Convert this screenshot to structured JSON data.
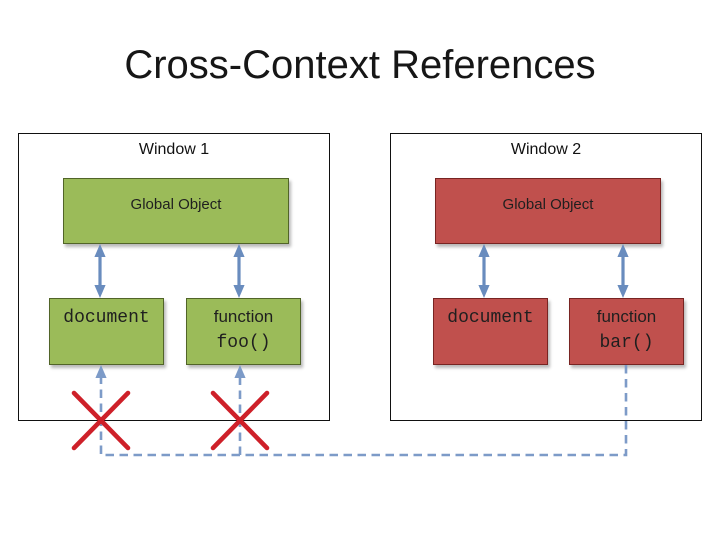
{
  "slide": {
    "title": "Cross-Context References"
  },
  "windows": [
    {
      "label": "Window 1",
      "global_object_label": "Global Object",
      "document_label": "document",
      "function_keyword": "function",
      "function_name": "foo()",
      "box_color": "#9BBB59"
    },
    {
      "label": "Window 2",
      "global_object_label": "Global Object",
      "document_label": "document",
      "function_keyword": "function",
      "function_name": "bar()",
      "box_color": "#C0504D"
    }
  ],
  "colors": {
    "solid_arrow_blue": "#698CBE",
    "dashed_arrow_blue": "#7D9BC8",
    "blocked_x_red": "#CE2029",
    "window_border": "#111111",
    "text_dark": "#1f1f1f",
    "background": "#ffffff"
  }
}
